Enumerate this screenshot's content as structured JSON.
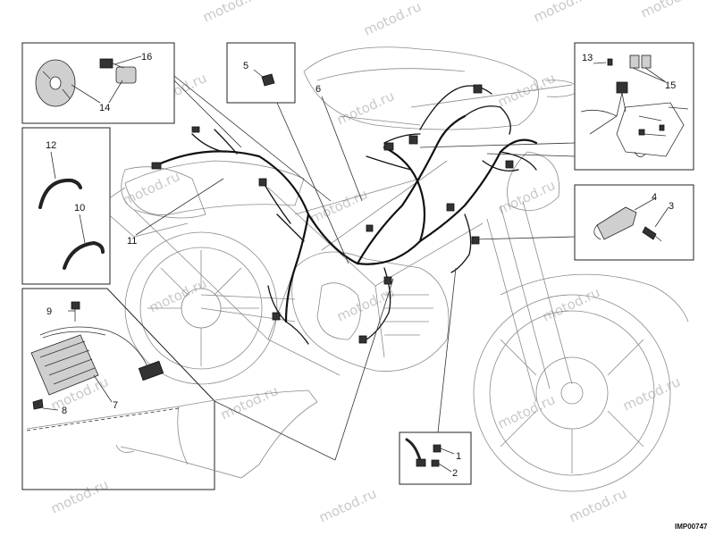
{
  "diagram": {
    "drawing_code": "IMP00747",
    "watermark": "motod.ru",
    "callouts": {
      "n1": "1",
      "n2": "2",
      "n3": "3",
      "n4": "4",
      "n5": "5",
      "n6": "6",
      "n7": "7",
      "n8": "8",
      "n9": "9",
      "n10": "10",
      "n11": "11",
      "n12": "12",
      "n13": "13",
      "n14": "14",
      "n15": "15",
      "n15b": "15",
      "n16": "16"
    }
  }
}
